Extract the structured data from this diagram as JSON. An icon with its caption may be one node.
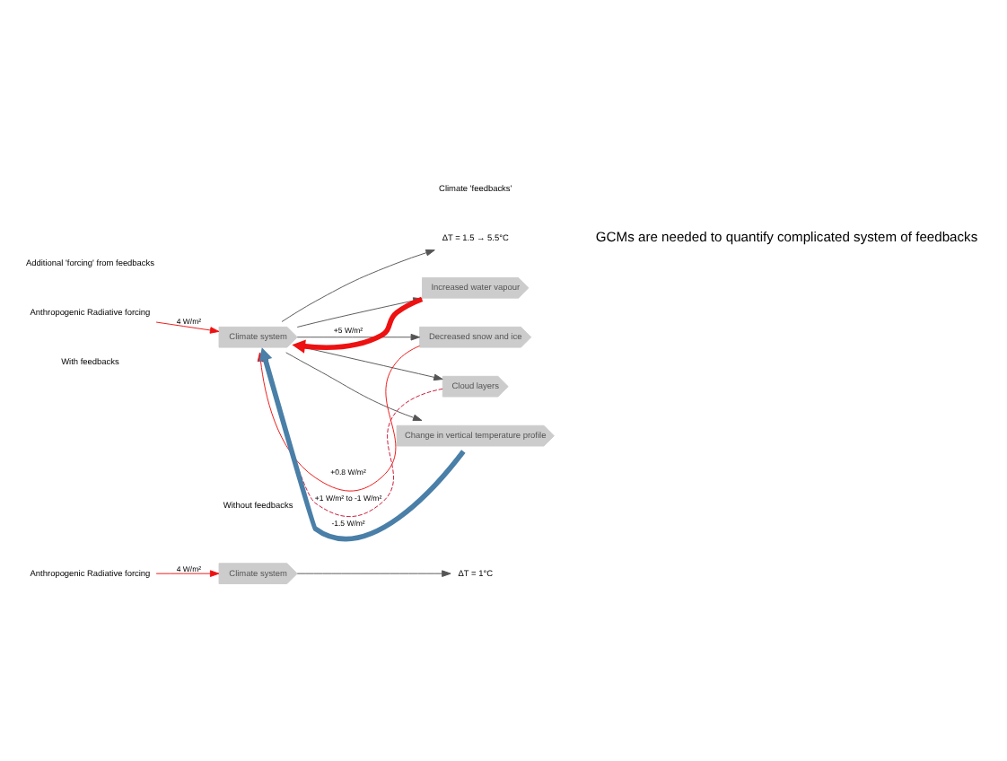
{
  "diagram": {
    "nodes": [
      {
        "text": [
          "Anthropogenic Radiative forcing"
        ]
      },
      {
        "text": [
          "Climate system"
        ]
      },
      {
        "text": [
          "ΔT = 1°C"
        ]
      },
      {
        "text": [
          "Anthropogenic Radiative forcing"
        ]
      },
      {
        "text": [
          "Climate system"
        ]
      },
      {
        "text": [
          "ΔT = 1.5 → 5.5°C"
        ]
      },
      {
        "text": [
          "Increased water vapour"
        ]
      },
      {
        "text": [
          "Decreased snow and ice"
        ]
      },
      {
        "text": [
          "Cloud layers"
        ]
      },
      {
        "text": [
          "Change in vertical temperature profile"
        ]
      }
    ],
    "edges": [
      {
        "from": 0,
        "to": 1,
        "arrow": "to",
        "label": "4 W/m²",
        "color": "#ee1111"
      },
      {
        "from": 1,
        "to": 2,
        "arrow": "to"
      },
      {
        "from": 3,
        "to": 4,
        "arrow": "to",
        "label": "4 W/m²",
        "color": "#ee1111"
      },
      {
        "from": 4,
        "to": 5,
        "arrow": "to"
      },
      {
        "from": 4,
        "to": 6,
        "arrow": "to"
      },
      {
        "from": 4,
        "to": 7,
        "arrow": "to"
      },
      {
        "from": 4,
        "to": 8,
        "arrow": "to"
      },
      {
        "from": 4,
        "to": 9,
        "arrow": "to"
      },
      {
        "from": 6,
        "to": 4,
        "arrow": "to",
        "label": "+5 W/m²",
        "style": "thick",
        "color": "#ee1111"
      },
      {
        "from": 7,
        "to": 4,
        "arrow": "to",
        "label": "+0.8 W/m²",
        "color": "#ee1111"
      },
      {
        "from": 8,
        "to": 4,
        "arrow": "to",
        "label": "+1 W/m² to -1 W/m²",
        "style": "dashed",
        "color": "#cc1133"
      },
      {
        "from": 9,
        "to": 4,
        "arrow": "to",
        "label": "-1.5 W/m²",
        "style": "thick",
        "color": "#4a7fa8"
      }
    ],
    "labels": [
      "Without feedbacks",
      "With feedbacks",
      "Additional 'forcing' from feedbacks",
      "Climate 'feedbacks'",
      "GCMs are needed to quantify complicated system of feedbacks"
    ]
  }
}
